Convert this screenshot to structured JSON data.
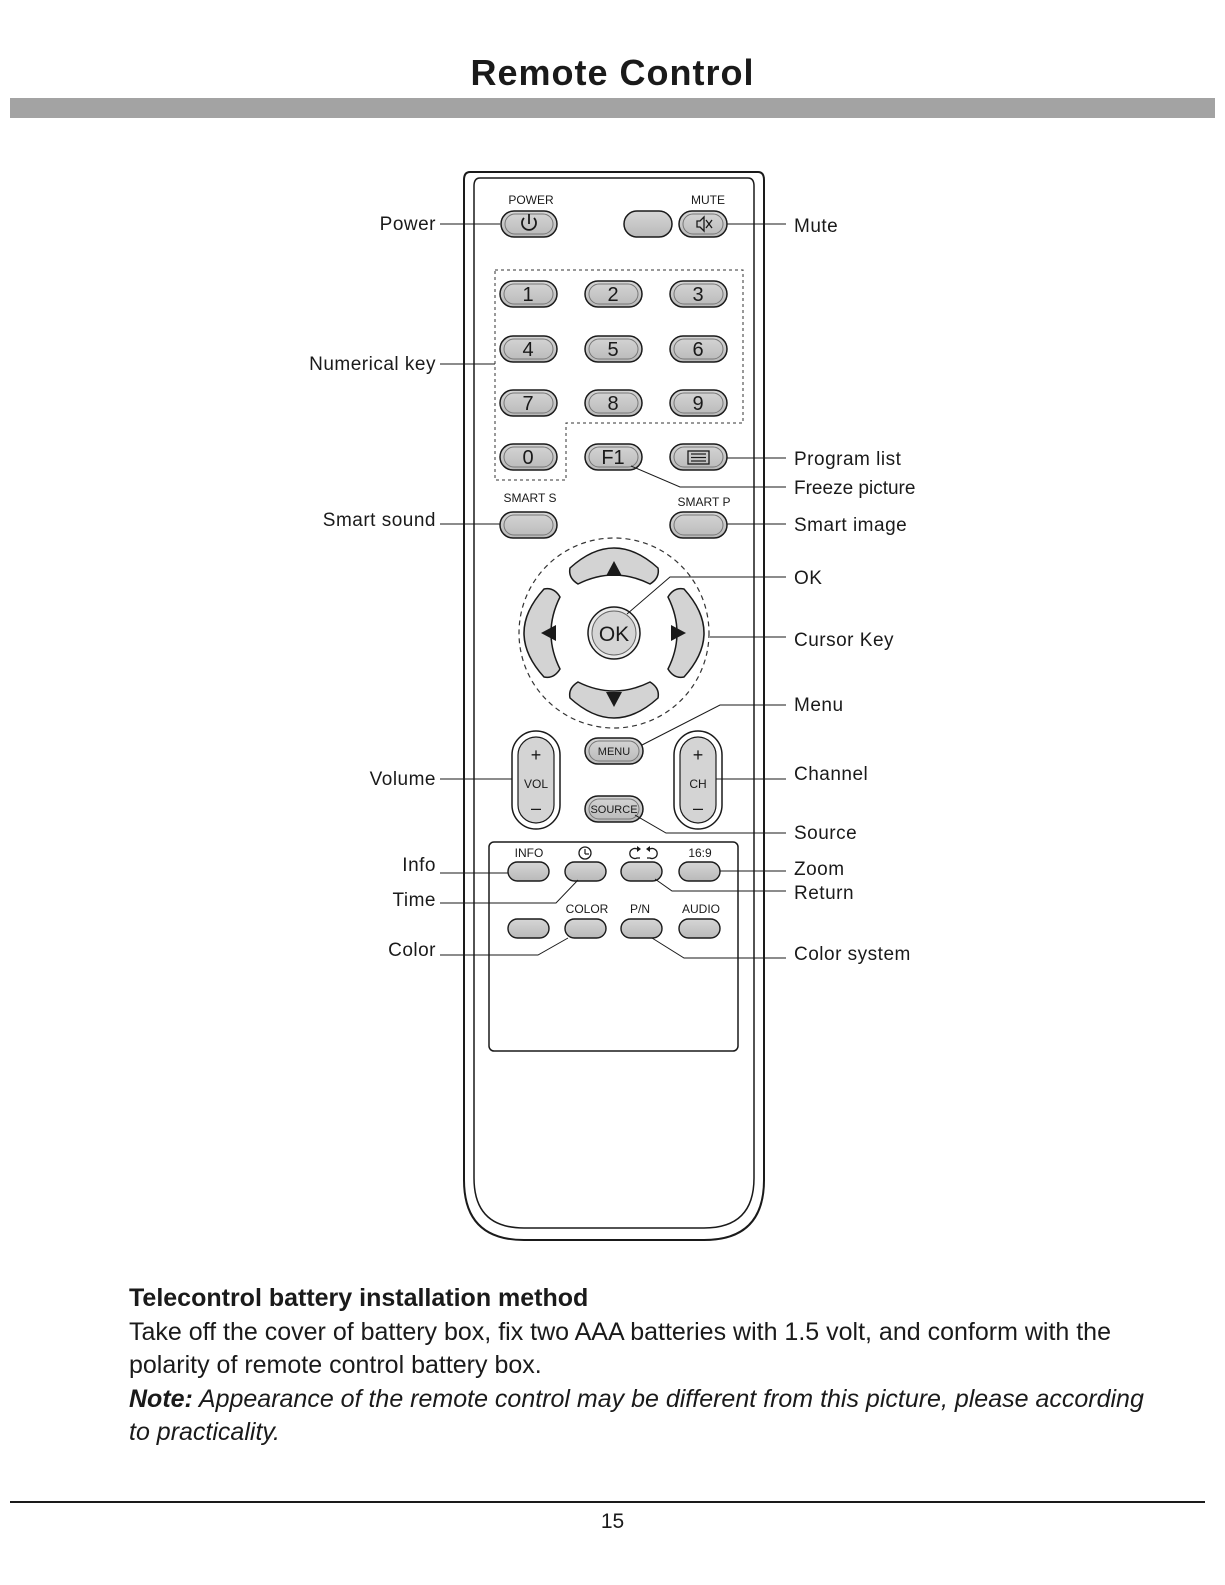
{
  "page": {
    "title": "Remote Control",
    "page_number": "15"
  },
  "remote": {
    "button_labels": {
      "power": "POWER",
      "mute": "MUTE",
      "smart_s": "SMART  S",
      "smart_p": "SMART  P",
      "info": "INFO",
      "aspect": "16:9",
      "color": "COLOR",
      "pn": "P/N",
      "audio": "AUDIO",
      "vol": "VOL",
      "ch": "CH",
      "plus": "+",
      "minus": "–",
      "menu": "MENU",
      "source": "SOURCE",
      "ok": "OK",
      "f1": "F1"
    },
    "digits": [
      "1",
      "2",
      "3",
      "4",
      "5",
      "6",
      "7",
      "8",
      "9",
      "0"
    ],
    "callouts_left": {
      "power": "Power",
      "numerical_key": "Numerical key",
      "smart_sound": "Smart sound",
      "volume": "Volume",
      "info": "Info",
      "time": "Time",
      "color": "Color"
    },
    "callouts_right": {
      "mute": "Mute",
      "program_list": "Program list",
      "freeze_picture": "Freeze picture",
      "smart_image": "Smart  image",
      "ok": "OK",
      "cursor_key": "Cursor  Key",
      "menu": "Menu",
      "channel": "Channel",
      "source": "Source",
      "zoom": "Zoom",
      "return": "Return",
      "color_system": "Color system"
    }
  },
  "battery": {
    "heading": "Telecontrol battery installation method",
    "body": "Take off the cover of battery box, fix two AAA batteries with 1.5 volt, and conform with the polarity of remote control battery box.",
    "note_label": "Note:",
    "note_text": " Appearance of the remote control may be different from this picture, please according to practicality."
  }
}
